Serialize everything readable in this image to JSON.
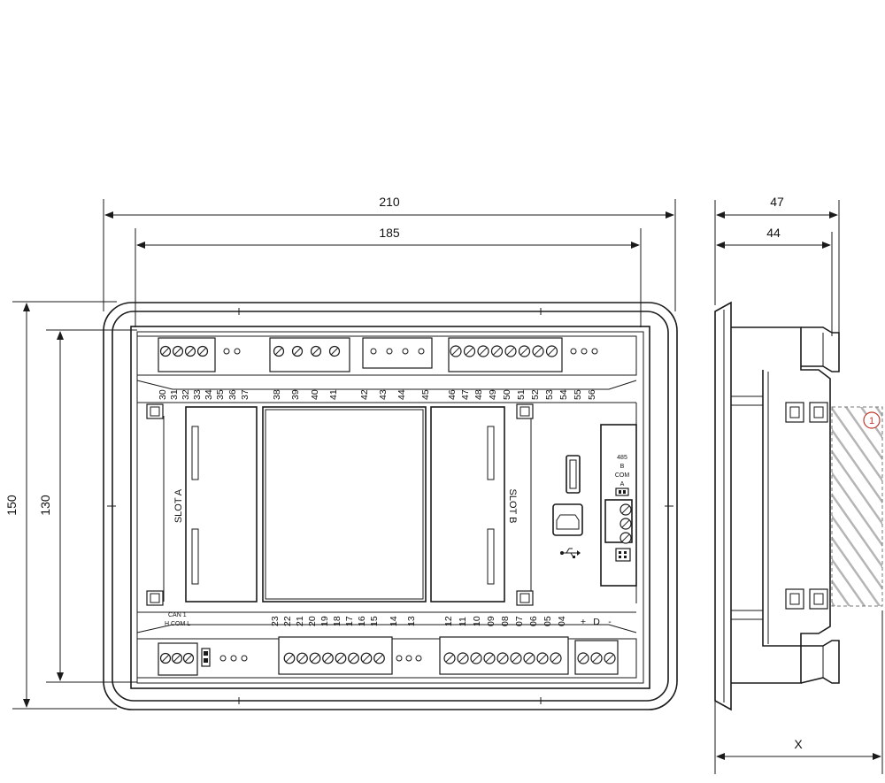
{
  "dimensions": {
    "overall_width": "210",
    "cutout_width": "185",
    "overall_height": "150",
    "cutout_height": "130",
    "side_depth_total": "47",
    "side_depth_body": "44",
    "clearance": "X"
  },
  "slots": {
    "a": "SLOT A",
    "b": "SLOT B"
  },
  "callout": "①",
  "rs485": {
    "title": "485",
    "b": "B",
    "com": "COM",
    "a": "A"
  },
  "can": {
    "title": "CAN 1",
    "pins": "H  COM  L"
  },
  "top_terminals": [
    "30",
    "31",
    "32",
    "33",
    "34",
    "35",
    "36",
    "37",
    "38",
    "39",
    "40",
    "41",
    "42",
    "43",
    "44",
    "45",
    "46",
    "47",
    "48",
    "49",
    "50",
    "51",
    "52",
    "53",
    "54",
    "55",
    "56"
  ],
  "bottom_terminals_left": [
    "23",
    "22",
    "21",
    "20",
    "19",
    "18",
    "17",
    "16",
    "15",
    "14",
    "13"
  ],
  "bottom_terminals_right": [
    "12",
    "11",
    "10",
    "09",
    "08",
    "07",
    "06",
    "05",
    "04"
  ],
  "power_terminals": [
    "+",
    "D",
    "-"
  ],
  "colors": {
    "line": "#1a1a1a",
    "callout": "#c0392b",
    "hatch": "#b0b0b0"
  }
}
